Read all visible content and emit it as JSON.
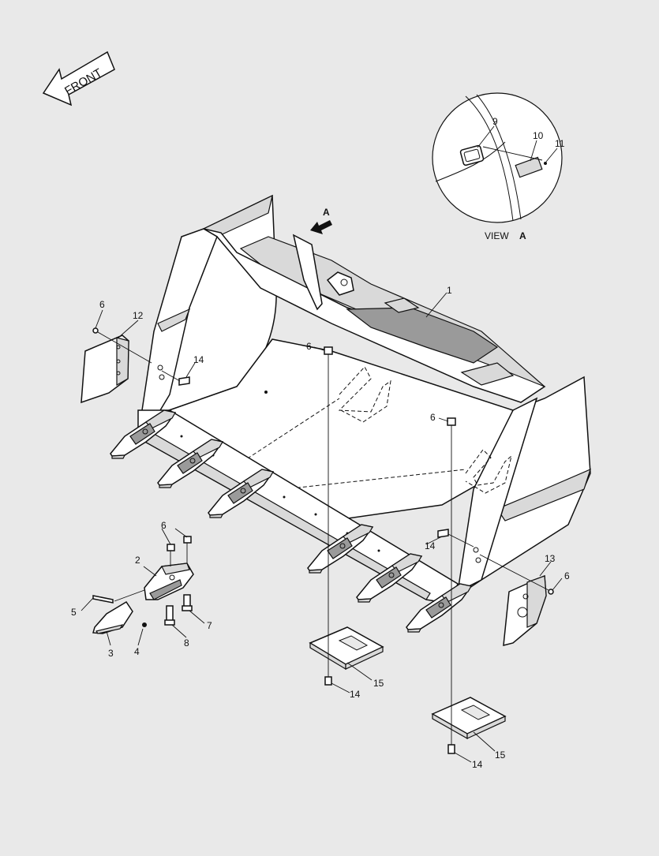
{
  "front_label": "FRONT",
  "view_arrow_label": "A",
  "detail_view": {
    "prefix": "VIEW",
    "letter": "A"
  },
  "callouts": [
    {
      "id": "c1",
      "text": "1"
    },
    {
      "id": "c2",
      "text": "2"
    },
    {
      "id": "c3",
      "text": "3"
    },
    {
      "id": "c4",
      "text": "4"
    },
    {
      "id": "c5",
      "text": "5"
    },
    {
      "id": "c6a",
      "text": "6"
    },
    {
      "id": "c6b",
      "text": "6"
    },
    {
      "id": "c6c",
      "text": "6"
    },
    {
      "id": "c6d",
      "text": "6"
    },
    {
      "id": "c6e",
      "text": "6"
    },
    {
      "id": "c7",
      "text": "7"
    },
    {
      "id": "c8",
      "text": "8"
    },
    {
      "id": "c9",
      "text": "9"
    },
    {
      "id": "c10",
      "text": "10"
    },
    {
      "id": "c11",
      "text": "11"
    },
    {
      "id": "c12",
      "text": "12"
    },
    {
      "id": "c13",
      "text": "13"
    },
    {
      "id": "c14a",
      "text": "14"
    },
    {
      "id": "c14b",
      "text": "14"
    },
    {
      "id": "c14c",
      "text": "14"
    },
    {
      "id": "c14d",
      "text": "14"
    },
    {
      "id": "c15a",
      "text": "15"
    },
    {
      "id": "c15b",
      "text": "15"
    }
  ]
}
